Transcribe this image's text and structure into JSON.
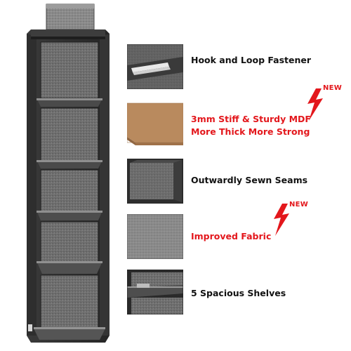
{
  "features": [
    {
      "label": "Hook and Loop Fastener",
      "is_new": false,
      "thumb": "hook-loop-fastener-closeup"
    },
    {
      "label_lines": [
        "3mm Stiff & Sturdy MDF",
        "More Thick More Strong"
      ],
      "is_new": true,
      "thumb": "mdf-board-corner"
    },
    {
      "label": "Outwardly Sewn Seams",
      "is_new": false,
      "thumb": "sewn-seams-closeup"
    },
    {
      "label": "Improved Fabric",
      "is_new": true,
      "thumb": "fabric-texture"
    },
    {
      "label": "5 Spacious Shelves",
      "is_new": false,
      "thumb": "shelf-closeup"
    }
  ],
  "badge": {
    "text": "NEW",
    "icon": "lightning-bolt-icon"
  },
  "colors": {
    "highlight_red": "#e3171c",
    "text_black": "#111111",
    "fabric_gray": "#6b6b6b",
    "fabric_dark": "#2b2b2b",
    "mdf_tan": "#b98a5e"
  },
  "product": {
    "type": "hanging-closet-organizer",
    "shelf_count": 5
  }
}
